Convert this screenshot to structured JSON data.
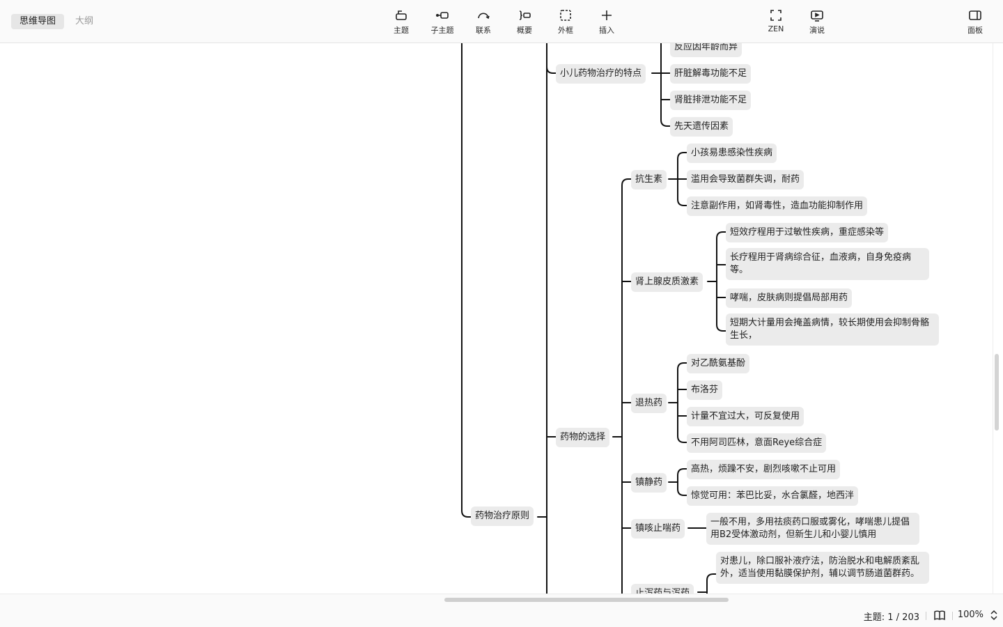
{
  "view_tabs": {
    "mindmap": "思维导图",
    "outline": "大纲"
  },
  "toolbar": {
    "topic": "主题",
    "subtopic": "子主题",
    "relation": "联系",
    "summary": "概要",
    "boundary": "外框",
    "insert": "插入",
    "zen": "ZEN",
    "present": "演说",
    "panel": "面板"
  },
  "mindmap": {
    "drug_principle": "药物治疗原则",
    "pediatric_features": {
      "label": "小儿药物治疗的特点",
      "children": [
        "反应因年龄而异",
        "肝脏解毒功能不足",
        "肾脏排泄功能不足",
        "先天遗传因素"
      ]
    },
    "drug_selection": {
      "label": "药物的选择",
      "antibiotics": {
        "label": "抗生素",
        "children": [
          "小孩易患感染性疾病",
          "滥用会导致菌群失调，耐药",
          "注意副作用，如肾毒性，造血功能抑制作用"
        ]
      },
      "corticosteroids": {
        "label": "肾上腺皮质激素",
        "children": [
          "短效疗程用于过敏性疾病，重症感染等",
          "长疗程用于肾病综合征，血液病，自身免疫病等。",
          "哮喘，皮肤病则提倡局部用药",
          "短期大计量用会掩盖病情，较长期使用会抑制骨骼生长，"
        ]
      },
      "antipyretics": {
        "label": "退热药",
        "children": [
          "对乙酰氨基酚",
          "布洛芬",
          "计量不宜过大，可反复使用",
          "不用阿司匹林，意面Reye综合症"
        ]
      },
      "sedatives": {
        "label": "镇静药",
        "children": [
          "高热，烦躁不安，剧烈咳嗽不止可用",
          "惊觉可用：苯巴比妥，水合氯醛，地西泮"
        ]
      },
      "antitussives": {
        "label": "镇咳止喘药",
        "children": [
          "一般不用，多用祛痰药口服或雾化，哮喘患儿提倡用B2受体激动剂，但新生儿和小婴儿慎用"
        ]
      },
      "antidiarrheal": {
        "label": "止泻药与泻药",
        "children": [
          "对患儿，除口服补液疗法，防治脱水和电解质紊乱外，适当使用黏膜保护剂，辅以调节肠道菌群药。"
        ]
      }
    }
  },
  "status": {
    "topic_count": "主题: 1 / 203",
    "zoom": "100%"
  }
}
